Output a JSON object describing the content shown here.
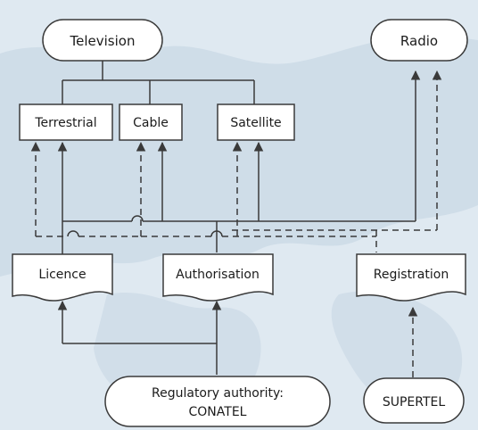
{
  "nodes": {
    "television": "Television",
    "radio": "Radio",
    "terrestrial": "Terrestrial",
    "cable": "Cable",
    "satellite": "Satellite",
    "licence": "Licence",
    "authorisation": "Authorisation",
    "registration": "Registration",
    "regulator_line1": "Regulatory authority:",
    "regulator_line2": "CONATEL",
    "supertel": "SUPERTEL"
  },
  "colors": {
    "background": "#dfe9f1",
    "land": "#cbdbe7",
    "box_fill": "#ffffff",
    "stroke": "#3a3a3a"
  }
}
